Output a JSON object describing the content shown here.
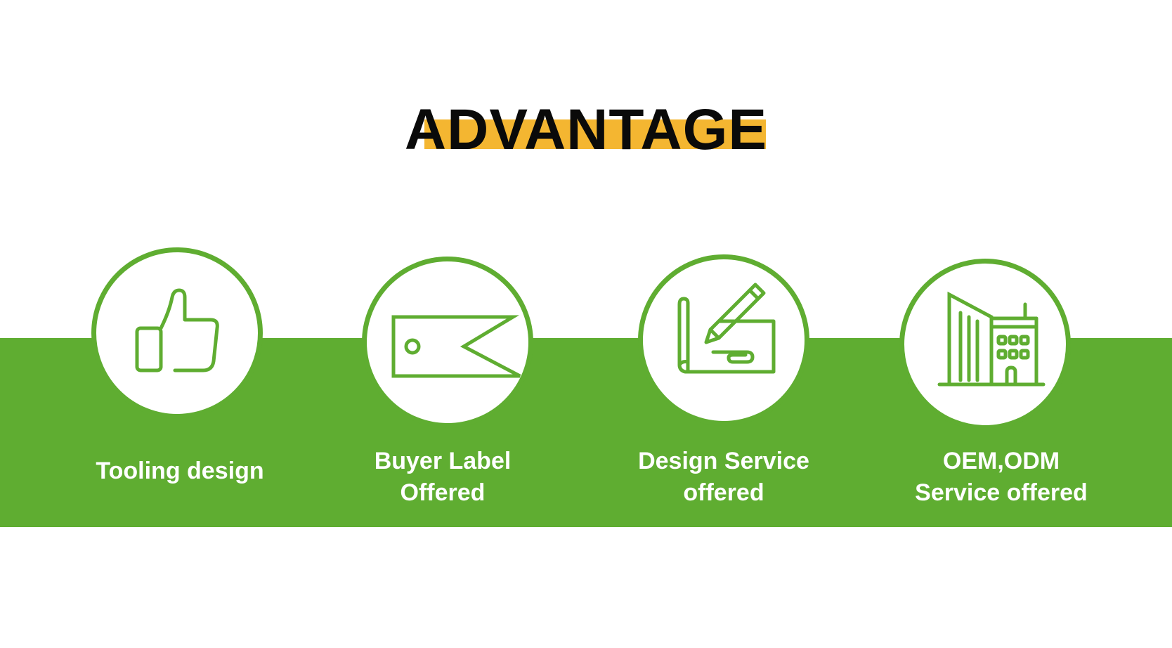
{
  "header": {
    "title": "ADVANTAGE",
    "highlight_color": "#f4b631"
  },
  "theme": {
    "green": "#5fad31",
    "white": "#ffffff"
  },
  "advantages": [
    {
      "icon": "thumbs-up-icon",
      "line1": "Tooling design",
      "line2": ""
    },
    {
      "icon": "price-tag-icon",
      "line1": "Buyer Label",
      "line2": "Offered"
    },
    {
      "icon": "blueprint-pencil-icon",
      "line1": "Design Service",
      "line2": "offered"
    },
    {
      "icon": "factory-building-icon",
      "line1": "OEM,ODM",
      "line2": "Service offered"
    }
  ]
}
